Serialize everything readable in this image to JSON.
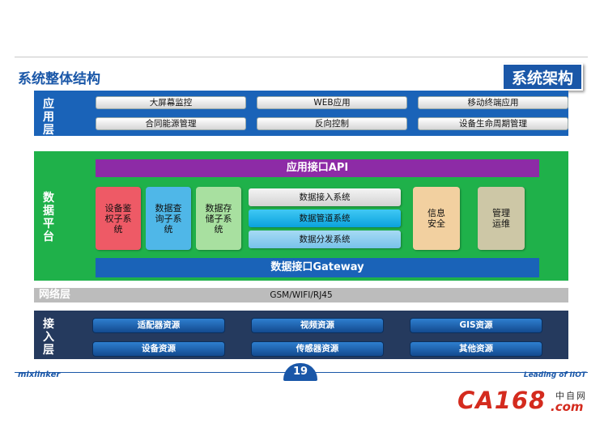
{
  "header": {
    "title": "系统整体结构",
    "badge": "系统架构"
  },
  "app_layer": {
    "label": "应用层",
    "items": [
      "大屏幕监控",
      "WEB应用",
      "移动终端应用",
      "合同能源管理",
      "反向控制",
      "设备生命周期管理"
    ]
  },
  "data_platform": {
    "label": "数据平台",
    "api": "应用接口API",
    "gateway": "数据接口Gateway",
    "subsystems": [
      "设备鉴权子系统",
      "数据查询子系统",
      "数据存储子系统"
    ],
    "pipeline": [
      "数据接入系统",
      "数据管道系统",
      "数据分发系统"
    ],
    "side": [
      "信息安全",
      "管理运维"
    ]
  },
  "network_layer": {
    "label": "网络层",
    "protocols": "GSM/WIFI/RJ45"
  },
  "access_layer": {
    "label": "接入层",
    "items": [
      "适配器资源",
      "视频资源",
      "GIS资源",
      "设备资源",
      "传感器资源",
      "其他资源"
    ]
  },
  "footer": {
    "brand": "mixlinker",
    "page": "19",
    "tagline": "Leading of IIOT"
  },
  "watermark": {
    "main": "CA168",
    "cn": "中自网",
    "com": ".com"
  },
  "colors": {
    "app": "#1a63b8",
    "platform": "#1fb14a",
    "api": "#8d2ba6",
    "access": "#253a5e"
  }
}
